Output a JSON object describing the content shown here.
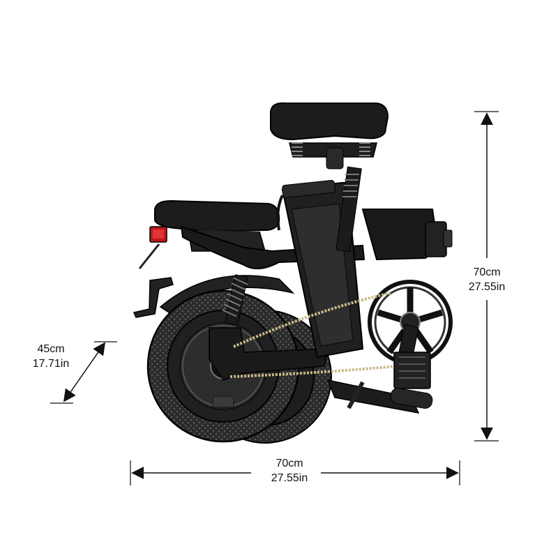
{
  "dimensions": {
    "height": {
      "metric": "70cm",
      "imperial": "27.55in"
    },
    "length": {
      "metric": "70cm",
      "imperial": "27.55in"
    },
    "width": {
      "metric": "45cm",
      "imperial": "17.71in"
    }
  },
  "colors": {
    "frame": "#1c1c1c",
    "tire": "#262626",
    "chain": "#c9b88a",
    "tail_light": "#c0161b",
    "dimension_line": "#111111"
  },
  "product": "folded electric bicycle"
}
